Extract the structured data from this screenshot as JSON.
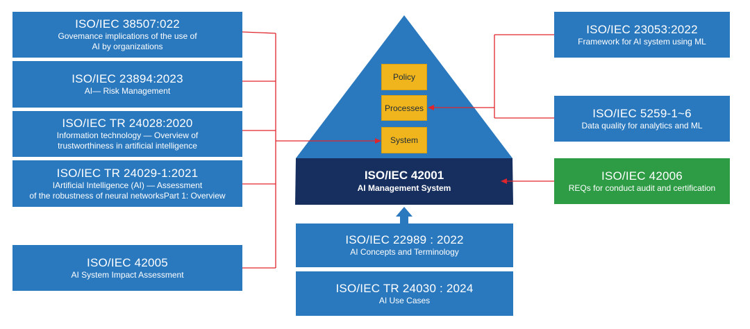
{
  "left_standards": [
    {
      "title": "ISO/IEC  38507:022",
      "subtitle_lines": [
        "Govemance implications of the use of",
        "AI by organizations"
      ]
    },
    {
      "title": "ISO/IEC  23894:2023",
      "subtitle_lines": [
        "AI— Risk Management"
      ]
    },
    {
      "title": "ISO/IEC TR 24028:2020",
      "subtitle_lines": [
        "Information technology — Overview of",
        "trustworthiness in artificial intelligence"
      ]
    },
    {
      "title": "ISO/IEC TR 24029-1:2021",
      "subtitle_lines": [
        "IArtificial Intelligence (AI) — Assessment",
        "of the robustness of neural networksPart 1: Overview"
      ]
    },
    {
      "title": "ISO/IEC  42005",
      "subtitle_lines": [
        "AI System Impact Assessment"
      ]
    }
  ],
  "right_standards": [
    {
      "title": "ISO/IEC  23053:2022",
      "subtitle_lines": [
        "Framework for AI system using ML"
      ]
    },
    {
      "title": "ISO/IEC  5259-1~6",
      "subtitle_lines": [
        "Data quality for analytics and ML"
      ]
    },
    {
      "title": "ISO/IEC  42006",
      "subtitle_lines": [
        "REQs for conduct audit and certification"
      ]
    }
  ],
  "pyramid": {
    "layers": [
      "Policy",
      "Processes",
      "System"
    ],
    "base_title": "ISO/IEC 42001",
    "base_subtitle": "AI Management System"
  },
  "bottom_standards": [
    {
      "title": "ISO/IEC 22989 : 2022",
      "subtitle_lines": [
        "AI Concepts and Terminology"
      ]
    },
    {
      "title": "ISO/IEC  TR 24030 : 2024",
      "subtitle_lines": [
        "AI Use Cases"
      ]
    }
  ],
  "colors": {
    "box_blue": "#2a78bd",
    "pyramid_blue": "#2a78bd",
    "pyramid_base": "#172f5e",
    "layer_yellow": "#f0b51c",
    "audit_green": "#2e9b45",
    "connector_red": "#e0242b"
  }
}
